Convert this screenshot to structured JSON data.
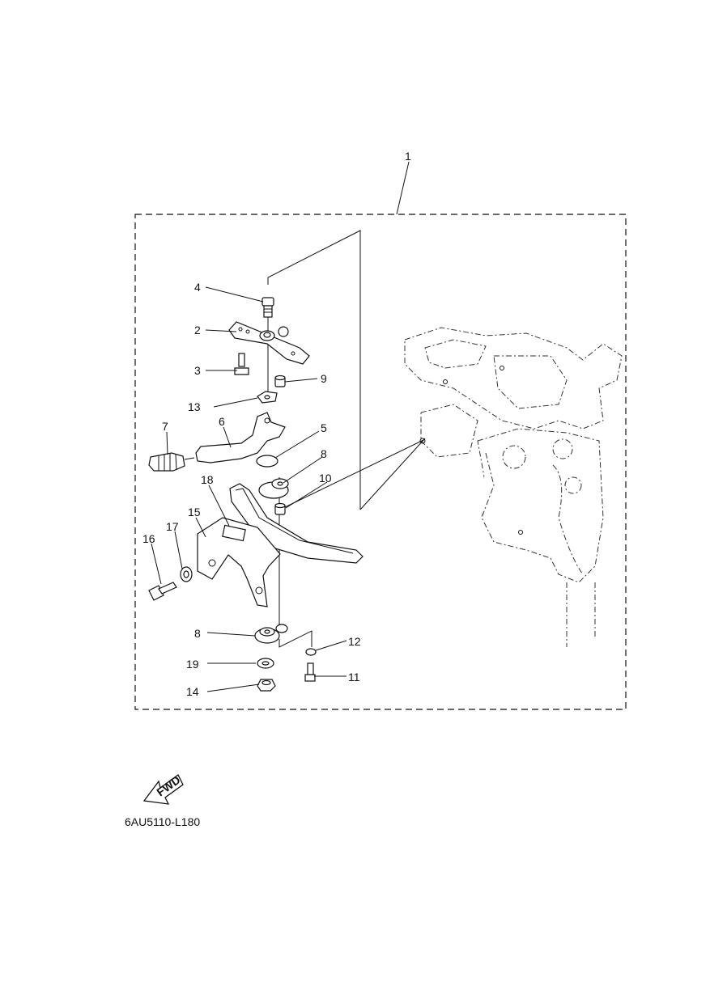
{
  "diagram": {
    "assembly_label": "1",
    "callouts": {
      "p2": "2",
      "p3": "3",
      "p4": "4",
      "p5": "5",
      "p6": "6",
      "p7": "7",
      "p8a": "8",
      "p8b": "8",
      "p9": "9",
      "p10": "10",
      "p11": "11",
      "p12": "12",
      "p13": "13",
      "p14": "14",
      "p15": "15",
      "p16": "16",
      "p17": "17",
      "p18": "18",
      "p19": "19"
    },
    "fwd_label": "FWD",
    "diagram_code": "6AU5110-L180"
  }
}
